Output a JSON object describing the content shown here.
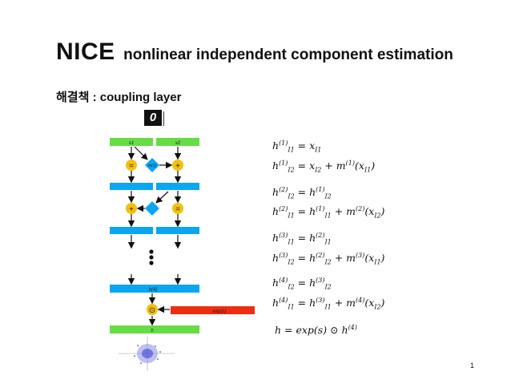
{
  "title": {
    "main": "NICE",
    "sub": "nonlinear independent component estimation"
  },
  "subtitle": "해결책 : coupling layer",
  "sample_glyph": "0",
  "page_number": "1",
  "diagram": {
    "input_left": "x1",
    "input_right": "x2",
    "m1_label": "m(1)",
    "equal_symbol": "=",
    "plus_symbol": "+",
    "final_h_label": "h(4)",
    "odot_symbol": "⊙",
    "exp_label": "exp(s)",
    "output_label": "h",
    "colors": {
      "green": "#66dd44",
      "blue": "#0aa6f2",
      "orange": "#f2c10e",
      "red": "#ee2d10",
      "diamond": "#0aa6f2"
    }
  },
  "equations": [
    "h_{I1}^{(1)} = x_{I1}",
    "h_{I2}^{(1)} = x_{I2} + m^{(1)}(x_{I1})",
    "h_{I2}^{(2)} = h_{I2}^{(1)}",
    "h_{I1}^{(2)} = h_{I1}^{(1)} + m^{(2)}(x_{I2})",
    "h_{I1}^{(3)} = h_{I1}^{(2)}",
    "h_{I2}^{(3)} = h_{I2}^{(2)} + m^{(3)}(x_{I1})",
    "h_{I2}^{(4)} = h_{I2}^{(3)}",
    "h_{I1}^{(4)} = h_{I1}^{(3)} + m^{(4)}(x_{I2})",
    "h = exp(s) ⊙ h^{(4)}"
  ],
  "eq_parts": {
    "e1": {
      "h": "h",
      "sup": "(1)",
      "sub": "I1",
      "rhs": "= x",
      "rsub": "I1",
      "tail": ""
    },
    "e2": {
      "h": "h",
      "sup": "(1)",
      "sub": "I2",
      "rhs": "= x",
      "rsub": "I2",
      "tail": " + m",
      "msup": "(1)",
      "arg": "(x",
      "asub": "I1",
      "close": ")"
    },
    "e3": {
      "h": "h",
      "sup": "(2)",
      "sub": "I2",
      "rhs": "= h",
      "rsup": "(1)",
      "rsub": "I2"
    },
    "e4": {
      "h": "h",
      "sup": "(2)",
      "sub": "I1",
      "rhs": "= h",
      "rsup": "(1)",
      "rsub": "I1",
      "tail": " + m",
      "msup": "(2)",
      "arg": "(x",
      "asub": "I2",
      "close": ")"
    },
    "e5": {
      "h": "h",
      "sup": "(3)",
      "sub": "I1",
      "rhs": "= h",
      "rsup": "(2)",
      "rsub": "I1"
    },
    "e6": {
      "h": "h",
      "sup": "(3)",
      "sub": "I2",
      "rhs": "= h",
      "rsup": "(2)",
      "rsub": "I2",
      "tail": " + m",
      "msup": "(3)",
      "arg": "(x",
      "asub": "I1",
      "close": ")"
    },
    "e7": {
      "h": "h",
      "sup": "(4)",
      "sub": "I2",
      "rhs": "= h",
      "rsup": "(3)",
      "rsub": "I2"
    },
    "e8": {
      "h": "h",
      "sup": "(4)",
      "sub": "I1",
      "rhs": "= h",
      "rsup": "(3)",
      "rsub": "I1",
      "tail": " + m",
      "msup": "(4)",
      "arg": "(x",
      "asub": "I2",
      "close": ")"
    },
    "e9": {
      "lhs": "h = exp(s) ⊙ h",
      "sup": "(4)"
    }
  }
}
